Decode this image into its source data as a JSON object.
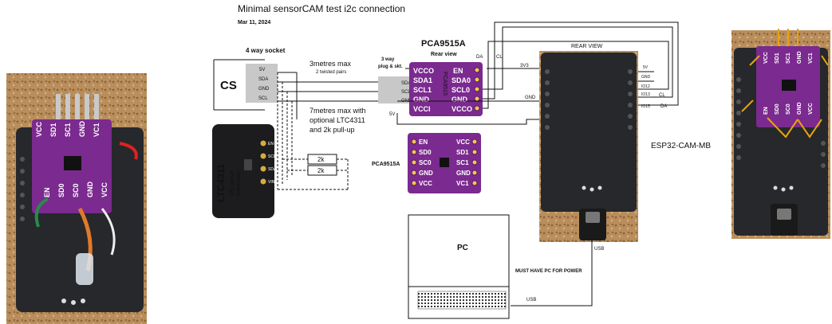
{
  "title": "Minimal sensorCAM test i2c connection",
  "date": "Mar 11, 2024",
  "socket": {
    "label": "4 way socket",
    "device": "CS",
    "pins": [
      "5V",
      "SDA",
      "GND",
      "SCL"
    ]
  },
  "cable_notes": {
    "max_length": "3metres max",
    "pairs": "2 twisted pairs",
    "note_line1": "7metres max with",
    "note_line2": "optional LTC4311",
    "note_line3": "and 2k pull-up"
  },
  "plug": {
    "label_line1": "3 way",
    "label_line2": "plug & skt.",
    "pins": [
      "SDA",
      "SCL",
      "GND"
    ]
  },
  "ltc_board": {
    "chip": "LTC4311",
    "sub_line1": "I2C active",
    "sub_line2": "terminator",
    "pins": [
      "EN",
      "SCL",
      "SDA",
      "VIN"
    ]
  },
  "resistors": [
    "2k",
    "2k"
  ],
  "pca_rear": {
    "title": "PCA9515A",
    "subtitle": "Rear view",
    "silk": "PCA9515",
    "pins_left": [
      "VCCO",
      "SDA1",
      "SCL1",
      "GND",
      "VCCI"
    ],
    "pins_right": [
      "EN",
      "SDA0",
      "SCL0",
      "GND",
      "VCCO"
    ],
    "wire_labels": {
      "da": "DA",
      "cl": "CL",
      "v3": "3V3",
      "gnd": "GND",
      "v5": "5V"
    }
  },
  "pca_front": {
    "label": "PCA9515A",
    "pins_left": [
      "EN",
      "SD0",
      "SC0",
      "GND",
      "VCC"
    ],
    "pins_right": [
      "VCC",
      "SD1",
      "SC1",
      "GND",
      "VC1"
    ]
  },
  "esp_board": {
    "header": "REAR VIEW",
    "name": "ESP32-CAM-MB",
    "pins": [
      "5V",
      "GND",
      "IO12",
      "IO13",
      "IO15"
    ],
    "wire_labels": {
      "cl": "CL",
      "da": "DA"
    },
    "usb": "USB"
  },
  "pc": {
    "label": "PC",
    "note": "MUST HAVE PC FOR POWER",
    "usb": "USB"
  },
  "photo_left": {
    "pins_top": [
      "VCC",
      "SD1",
      "SC1",
      "GND",
      "VC1"
    ],
    "pins_bottom": [
      "EN",
      "SD0",
      "SC0",
      "GND",
      "VCC"
    ]
  },
  "photo_right": {
    "pins_top": [
      "VCC",
      "SD1",
      "SC1",
      "GND",
      "VC1"
    ],
    "pins_bottom": [
      "EN",
      "SD0",
      "SC0",
      "GND",
      "VCC"
    ]
  },
  "colors": {
    "pcb_purple": "#7b2a8f",
    "wire_orange": "#e8a30e",
    "wire_black": "#111111",
    "cork": "#b98e5c",
    "board_dark": "#26282b"
  }
}
